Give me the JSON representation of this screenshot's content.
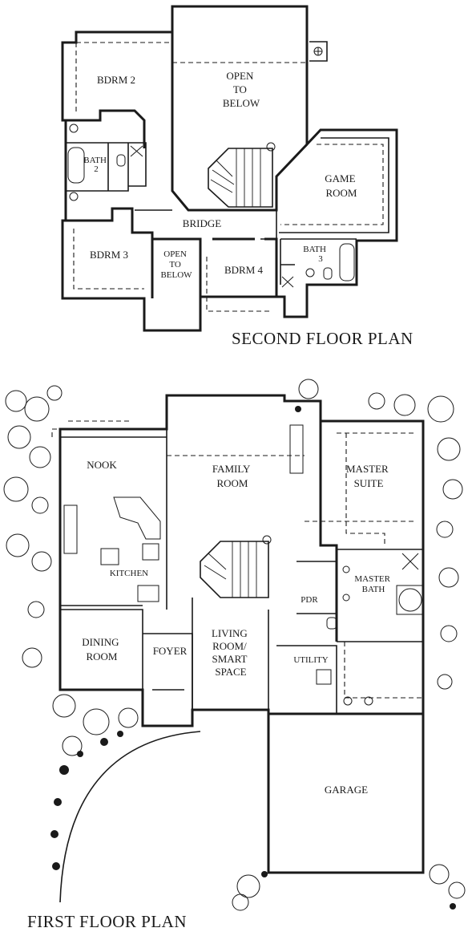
{
  "titles": {
    "second_floor": "SECOND FLOOR PLAN",
    "first_floor": "FIRST FLOOR PLAN"
  },
  "second_floor": {
    "bdrm2": "BDRM 2",
    "open_to_below_top": [
      "OPEN",
      "TO",
      "BELOW"
    ],
    "bath2": [
      "BATH",
      "2"
    ],
    "game_room": [
      "GAME",
      "ROOM"
    ],
    "bridge": "BRIDGE",
    "bdrm3": "BDRM 3",
    "open_to_below_bottom": [
      "OPEN",
      "TO",
      "BELOW"
    ],
    "bdrm4": "BDRM 4",
    "bath3": [
      "BATH",
      "3"
    ]
  },
  "first_floor": {
    "nook": "NOOK",
    "family_room": [
      "FAMILY",
      "ROOM"
    ],
    "master_suite": [
      "MASTER",
      "SUITE"
    ],
    "kitchen": "KITCHEN",
    "master_bath": [
      "MASTER",
      "BATH"
    ],
    "pdr": "PDR",
    "dining_room": [
      "DINING",
      "ROOM"
    ],
    "foyer": "FOYER",
    "living_room": [
      "LIVING",
      "ROOM/",
      "SMART",
      "SPACE"
    ],
    "utility": "UTILITY",
    "garage": "GARAGE"
  }
}
